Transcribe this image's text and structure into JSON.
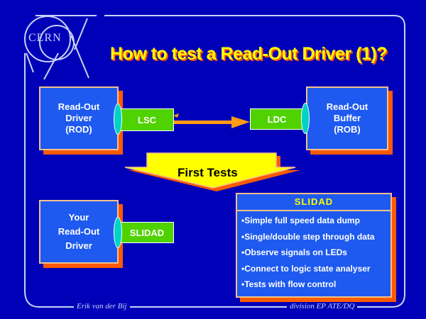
{
  "slide": {
    "title": "How to test a Read-Out Driver (1)?",
    "logo_text": "CERN",
    "footer_left": "Erik van der Bij",
    "footer_right": "division EP  ATE/DQ"
  },
  "top_diagram": {
    "rod_box": [
      "Read-Out",
      "Driver",
      "(ROD)"
    ],
    "lsc_label": "LSC",
    "ldc_label": "LDC",
    "rob_box": [
      "Read-Out",
      "Buffer",
      "(ROB)"
    ]
  },
  "arrow_label": "First Tests",
  "bottom_diagram": {
    "your_rod_box": [
      "Your",
      "Read-Out",
      "Driver"
    ],
    "slidad_label": "SLIDAD"
  },
  "slidad_panel": {
    "heading": "SLIDAD",
    "items": [
      "Simple full speed data dump",
      "Single/double step through data",
      "Observe signals on LEDs",
      "Connect to logic state analyser",
      "Tests with flow control"
    ]
  },
  "colors": {
    "background": "#0000b8",
    "box_fill": "#1e5af0",
    "box_shadow": "#ff5a00",
    "box_border": "#f5c08c",
    "green": "#50d200",
    "connector": "#00d2c8",
    "arrow": "#ff9a14",
    "title": "#ffff00"
  }
}
